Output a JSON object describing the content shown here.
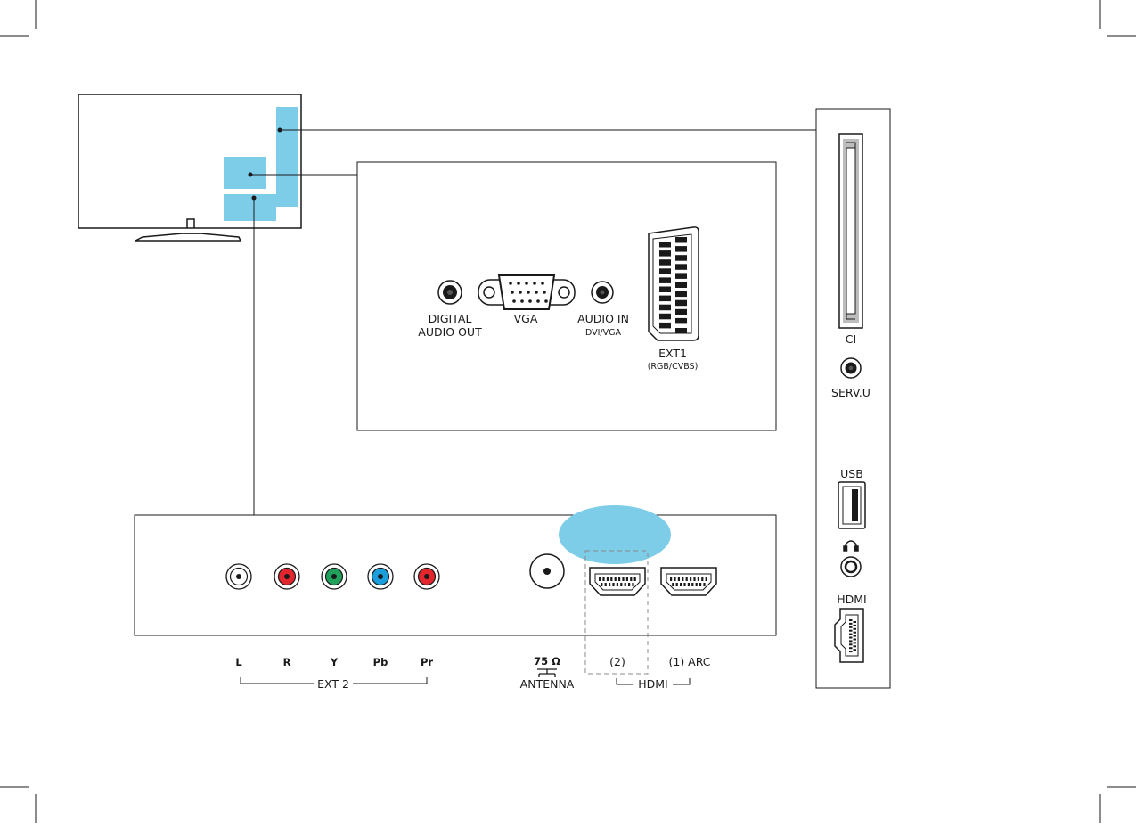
{
  "colors": {
    "highlight": "#7dcde9",
    "line": "#1a1a1a",
    "white_jack": "#ffffff",
    "red_jack": "#e2262e",
    "green_jack": "#20a05a",
    "blue_jack": "#1a9fdc"
  },
  "upper_panel": {
    "digital_audio_out": {
      "line1": "DIGITAL",
      "line2": "AUDIO OUT"
    },
    "vga": "VGA",
    "audio_in": {
      "line1": "AUDIO IN",
      "line2": "DVI/VGA"
    },
    "ext1": {
      "line1": "EXT1",
      "line2": "(RGB/CVBS)"
    }
  },
  "bottom_panel": {
    "ext2_jacks": [
      {
        "label": "L",
        "color": "white"
      },
      {
        "label": "R",
        "color": "red"
      },
      {
        "label": "Y",
        "color": "green"
      },
      {
        "label": "Pb",
        "color": "blue"
      },
      {
        "label": "Pr",
        "color": "red"
      }
    ],
    "ext2_group": "EXT 2",
    "antenna": {
      "ohms": "75 Ω",
      "label": "ANTENNA"
    },
    "hdmi2": "(2)",
    "hdmi1": "(1) ARC",
    "hdmi_group": "HDMI"
  },
  "side_panel": {
    "ci": "CI",
    "serv_u": "SERV.U",
    "usb": "USB",
    "headphone_icon": "headphone-icon",
    "hdmi": "HDMI"
  }
}
